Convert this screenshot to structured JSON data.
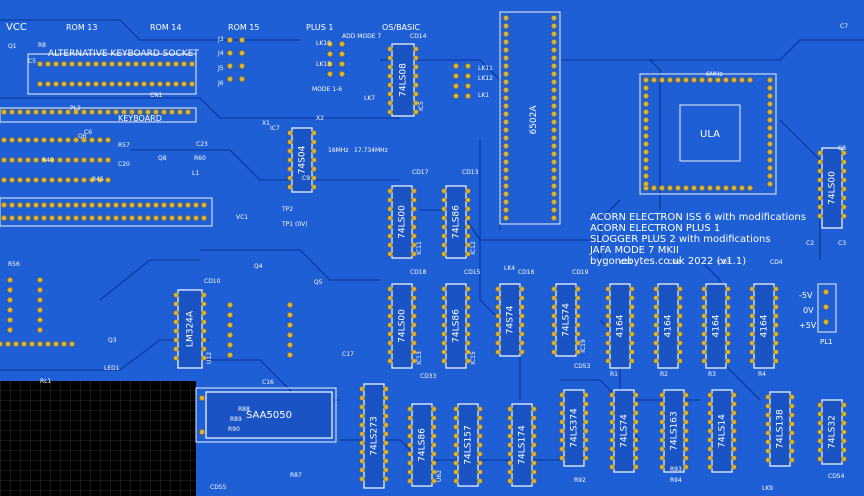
{
  "board": {
    "bg": "#1e5fd6",
    "trace_color": "#0b3aa6",
    "silk_color": "#ffffff",
    "pad_color": "#d8b23a",
    "grid_bg": "#000000"
  },
  "header_labels": [
    {
      "text": "VCC"
    },
    {
      "text": "ROM 13"
    },
    {
      "text": "ROM 14"
    },
    {
      "text": "ROM 15"
    },
    {
      "text": "PLUS 1"
    },
    {
      "text": "OS/BASIC"
    },
    {
      "text": "ADD MODE 7"
    },
    {
      "text": "MODE 1-6"
    },
    {
      "text": "ALTERNATIVE KEYBOARD SOCKET"
    },
    {
      "text": "KEYBOARD"
    },
    {
      "text": "6502A"
    },
    {
      "text": "ULA"
    }
  ],
  "info_lines": [
    "ACORN ELECTRON ISS 6 with modifications",
    "ACORN ELECTRON PLUS 1",
    "SLOGGER PLUS 2 with modifications",
    "JAFA MODE 7 MKII",
    "bygonebytes.co.uk 2022 (v1.1)"
  ],
  "power_labels": [
    "-5V",
    "0V",
    "+5V",
    "PL1"
  ],
  "chips": [
    {
      "label": "74LS08",
      "ref": "IC5"
    },
    {
      "label": "74S04",
      "ref": ""
    },
    {
      "label": "74LS00",
      "ref": "IC11"
    },
    {
      "label": "74LS86",
      "ref": "IC12"
    },
    {
      "label": "74LS00",
      "ref": "IC13"
    },
    {
      "label": "74LS86",
      "ref": "IC15"
    },
    {
      "label": "74S74",
      "ref": ""
    },
    {
      "label": "74LS74",
      "ref": "IC19"
    },
    {
      "label": "4164",
      "ref": ""
    },
    {
      "label": "4164",
      "ref": ""
    },
    {
      "label": "4164",
      "ref": ""
    },
    {
      "label": "4164",
      "ref": ""
    },
    {
      "label": "LM324A",
      "ref": "U12"
    },
    {
      "label": "SAA5050",
      "ref": ""
    },
    {
      "label": "74LS273",
      "ref": ""
    },
    {
      "label": "74LS86",
      "ref": "U62"
    },
    {
      "label": "74LS157",
      "ref": ""
    },
    {
      "label": "74LS174",
      "ref": ""
    },
    {
      "label": "74LS374",
      "ref": ""
    },
    {
      "label": "74LS74",
      "ref": ""
    },
    {
      "label": "74LS163",
      "ref": ""
    },
    {
      "label": "74LS14",
      "ref": ""
    },
    {
      "label": "74LS138",
      "ref": ""
    },
    {
      "label": "74LS32",
      "ref": ""
    },
    {
      "label": "74LS00",
      "ref": ""
    }
  ],
  "component_labels": [
    "CD14",
    "CD17",
    "CD13",
    "CD18",
    "CD15",
    "CD16",
    "CD19",
    "CD1",
    "CD2",
    "CD3",
    "CD4",
    "CD10",
    "CD33",
    "CD53",
    "CD55",
    "CD54",
    "C5",
    "C6",
    "C7",
    "C9",
    "C16",
    "C17",
    "C20",
    "C23",
    "C2",
    "C3",
    "C8",
    "Q1",
    "Q3",
    "Q4",
    "Q5",
    "Q6",
    "Q8",
    "R8",
    "R40",
    "R45",
    "R56",
    "R57",
    "R60",
    "R87",
    "R88",
    "R89",
    "R90",
    "R1",
    "R2",
    "R3",
    "R4",
    "R92",
    "R93",
    "R94",
    "L1",
    "TP1 (0V)",
    "TP2",
    "VC1",
    "LED1",
    "RL1",
    "PL2",
    "CN1",
    "J3",
    "J4",
    "J5",
    "J6",
    "LK1",
    "LK4",
    "LK9",
    "LK10",
    "LK11",
    "LK12",
    "LK13",
    "LK7",
    "X1",
    "X2",
    "IC7",
    "17.734MHz",
    "16MHz",
    "6MHz",
    "U7"
  ]
}
